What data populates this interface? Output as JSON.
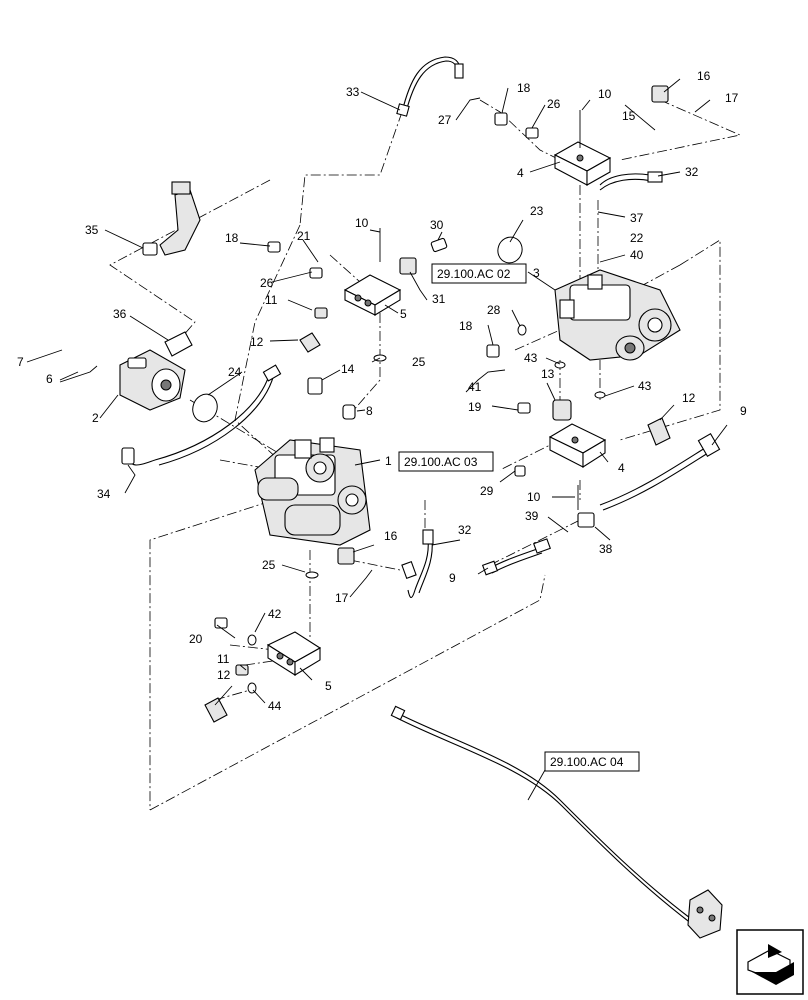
{
  "callouts": {
    "c1": "1",
    "c2": "2",
    "c3": "3",
    "c4a": "4",
    "c4b": "4",
    "c5a": "5",
    "c5b": "5",
    "c6": "6",
    "c7": "7",
    "c8": "8",
    "c9a": "9",
    "c9b": "9",
    "c10a": "10",
    "c10b": "10",
    "c10c": "10",
    "c11a": "11",
    "c11b": "11",
    "c12a": "12",
    "c12b": "12",
    "c12c": "12",
    "c13": "13",
    "c14": "14",
    "c15": "15",
    "c16a": "16",
    "c16b": "16",
    "c17a": "17",
    "c17b": "17",
    "c18a": "18",
    "c18b": "18",
    "c18c": "18",
    "c19": "19",
    "c20": "20",
    "c21": "21",
    "c22": "22",
    "c23": "23",
    "c24": "24",
    "c25a": "25",
    "c25b": "25",
    "c26a": "26",
    "c26b": "26",
    "c27": "27",
    "c28": "28",
    "c29": "29",
    "c30": "30",
    "c31": "31",
    "c32a": "32",
    "c32b": "32",
    "c33": "33",
    "c34": "34",
    "c35": "35",
    "c36": "36",
    "c37": "37",
    "c38": "38",
    "c39": "39",
    "c40": "40",
    "c41": "41",
    "c42": "42",
    "c43a": "43",
    "c43b": "43",
    "c44": "44"
  },
  "references": {
    "ref_ac02": "29.100.AC 02",
    "ref_ac03": "29.100.AC 03",
    "ref_ac04": "29.100.AC 04"
  },
  "nav": {
    "icon": "next-page-arrow-icon"
  }
}
